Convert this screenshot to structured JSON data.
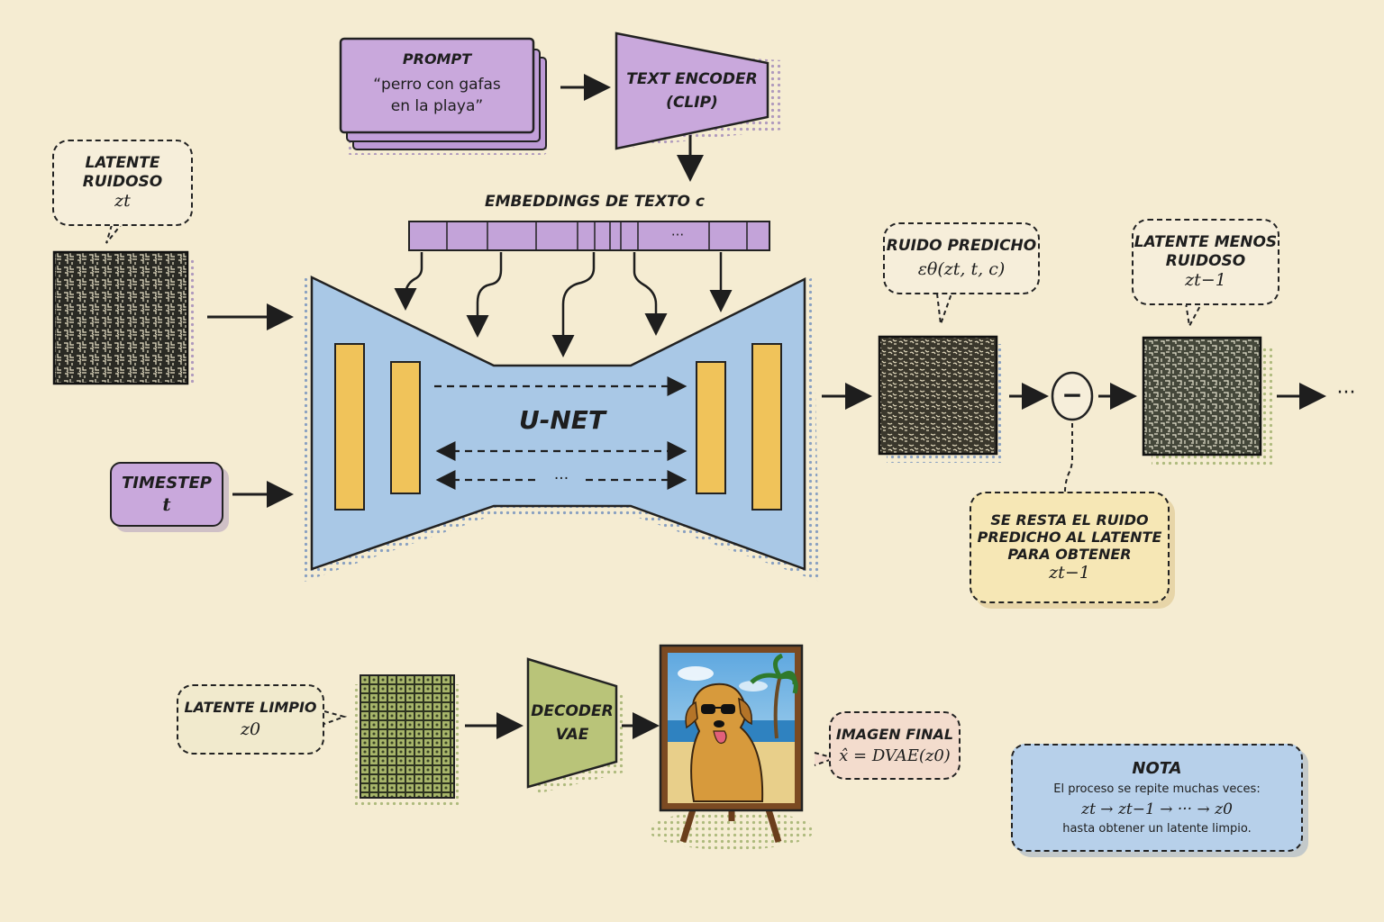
{
  "prompt": {
    "title": "PROMPT",
    "text_line1": "“perro con gafas",
    "text_line2": "en la playa”"
  },
  "text_encoder": {
    "line1": "TEXT ENCODER",
    "line2": "(CLIP)"
  },
  "embeddings": {
    "label": "EMBEDDINGS DE TEXTO c",
    "ellipsis": "···"
  },
  "latente_ruidoso": {
    "line1": "LATENTE",
    "line2": "RUIDOSO",
    "math": "zt"
  },
  "timestep": {
    "line1": "TIMESTEP",
    "line2": "t"
  },
  "unet": {
    "label": "U-NET",
    "skip_ellipsis": "···"
  },
  "ruido_predicho": {
    "line1": "RUIDO PREDICHO",
    "math": "εθ(zt, t, c)"
  },
  "minus_symbol": "−",
  "latente_menos": {
    "line1": "LATENTE MENOS",
    "line2": "RUIDOSO",
    "math": "zt−1"
  },
  "continue_ellipsis": "···",
  "resta_note": {
    "line1": "SE RESTA EL RUIDO",
    "line2": "PREDICHO AL LATENTE",
    "line3": "PARA OBTENER",
    "math": "zt−1"
  },
  "latente_limpio": {
    "line1": "LATENTE LIMPIO",
    "math": "z0"
  },
  "decoder": {
    "line1": "DECODER",
    "line2": "VAE"
  },
  "imagen_final": {
    "line1": "IMAGEN FINAL",
    "math": "x̂ = DVAE(z0)"
  },
  "nota": {
    "title": "NOTA",
    "line1": "El proceso se repite muchas veces:",
    "math": "zt → zt−1 → ··· → z0",
    "line3": "hasta obtener un latente limpio."
  },
  "colors": {
    "background": "#f5ecd2",
    "purple": "#c9a8dc",
    "blue": "#a9c8e6",
    "yellow": "#f0c35a",
    "cream_bubble": "#f6e7b5",
    "green": "#b9c479",
    "nota_blue": "#b7d0ea"
  }
}
